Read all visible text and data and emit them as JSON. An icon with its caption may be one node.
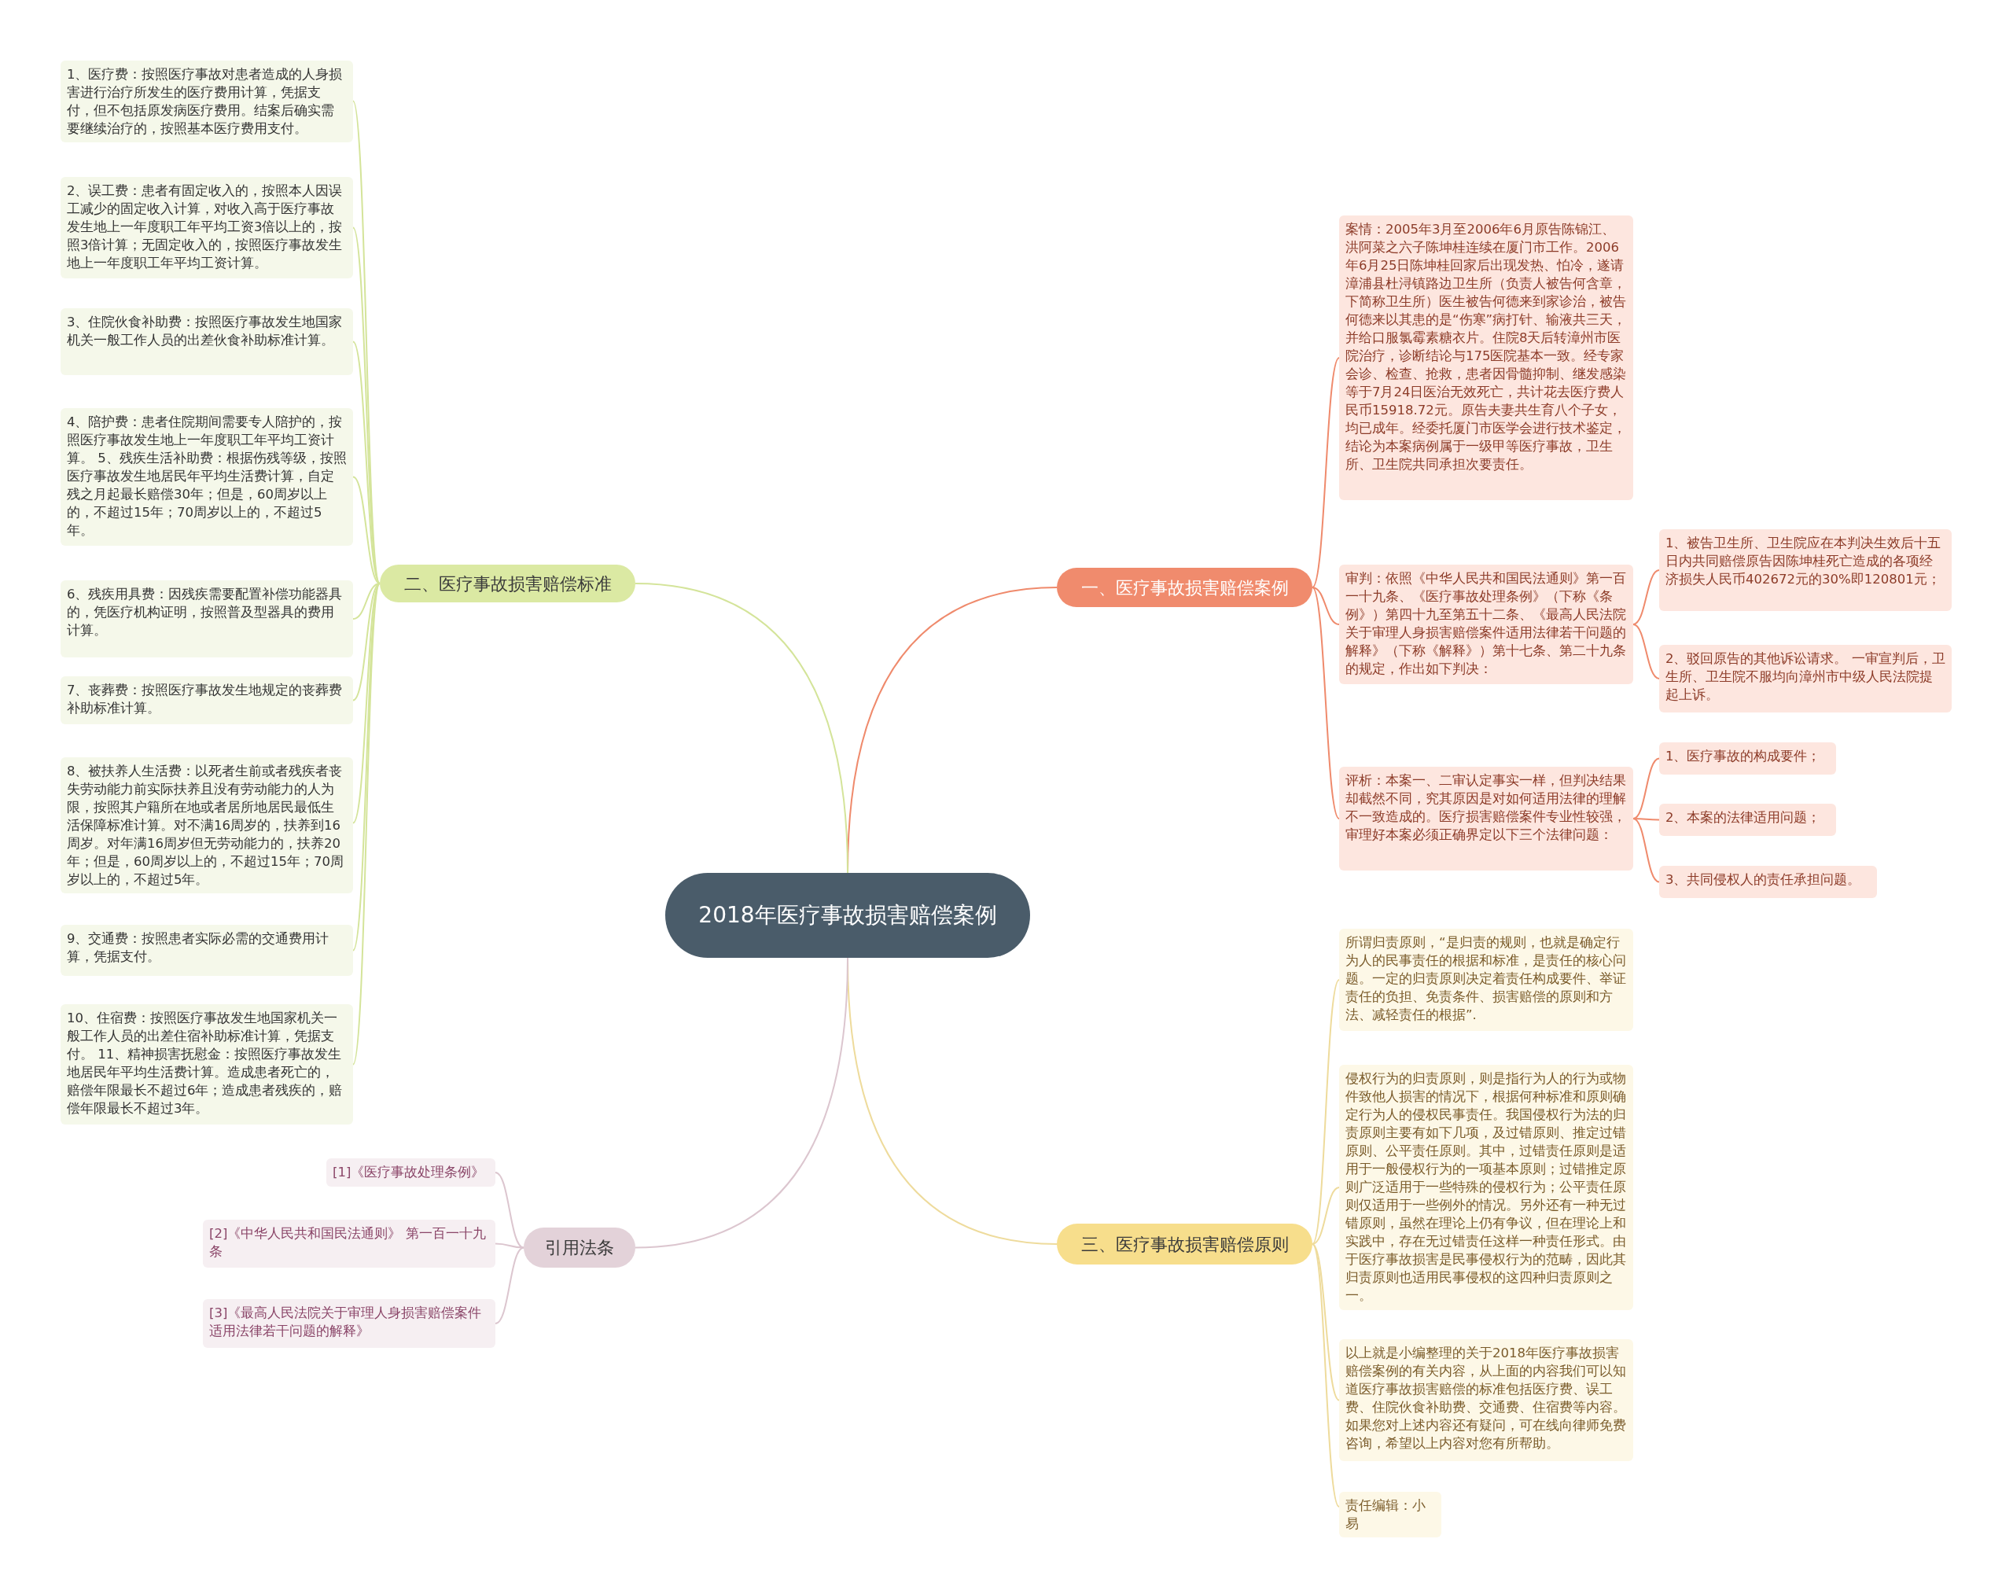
{
  "diagram": {
    "nodes": [
      {
        "text": [
          "2018年医疗事故损害赔偿案例"
        ]
      },
      {
        "text": [
          "一、医疗事故损害赔偿案例"
        ]
      },
      {
        "text": [
          "案情：2005年3月至2006年6月原告陈锦江、洪阿菜之六子陈坤桂连续在厦门市工作。2006年6月25日陈坤桂回家后出现发热、怕冷，遂请漳浦县杜浔镇路边卫生所（负责人被告何含章，下简称卫生所）医生被告何德来到家诊治，被告何德来以其患的是“伤寒”病打针、输液共三天，并给口服氯霉素糖衣片。住院8天后转漳州市医院治疗，诊断结论与175医院基本一致。经专家会诊、检查、抢救，患者因骨髓抑制、继发感染等于7月24日医治无效死亡，共计花去医疗费人民币15918.72元。原告夫妻共生育八个子女，均已成年。经委托厦门市医学会进行技术鉴定，结论为本案病例属于一级甲等医疗事故，卫生所、卫生院共同承担次要责任。"
        ]
      },
      {
        "text": [
          "审判：依照《中华人民共和国民法通则》第一百一十九条、《医疗事故处理条例》（下称《条例》）第四十九至第五十二条、《最高人民法院关于审理人身损害赔偿案件适用法律若干问题的解释》（下称《解释》）第十七条、第二十九条的规定，作出如下判决："
        ]
      },
      {
        "text": [
          "1、被告卫生所、卫生院应在本判决生效后十五日内共同赔偿原告因陈坤桂死亡造成的各项经济损失人民币402672元的30%即120801元；"
        ]
      },
      {
        "text": [
          "2、驳回原告的其他诉讼请求。 一审宣判后，卫生所、卫生院不服均向漳州市中级人民法院提起上诉。"
        ]
      },
      {
        "text": [
          "评析：本案一、二审认定事实一样，但判决结果却截然不同，究其原因是对如何适用法律的理解不一致造成的。医疗损害赔偿案件专业性较强，审理好本案必须正确界定以下三个法律问题："
        ]
      },
      {
        "text": [
          "1、医疗事故的构成要件；"
        ]
      },
      {
        "text": [
          "2、本案的法律适用问题；"
        ]
      },
      {
        "text": [
          "3、共同侵权人的责任承担问题。"
        ]
      },
      {
        "text": [
          "二、医疗事故损害赔偿标准"
        ]
      },
      {
        "text": [
          "1、医疗费：按照医疗事故对患者造成的人身损害进行治疗所发生的医疗费用计算，凭据支付，但不包括原发病医疗费用。结案后确实需要继续治疗的，按照基本医疗费用支付。"
        ]
      },
      {
        "text": [
          "2、误工费：患者有固定收入的，按照本人因误工减少的固定收入计算，对收入高于医疗事故发生地上一年度职工年平均工资3倍以上的，按照3倍计算；无固定收入的，按照医疗事故发生地上一年度职工年平均工资计算。"
        ]
      },
      {
        "text": [
          "3、住院伙食补助费：按照医疗事故发生地国家机关一般工作人员的出差伙食补助标准计算。"
        ]
      },
      {
        "text": [
          "4、陪护费：患者住院期间需要专人陪护的，按照医疗事故发生地上一年度职工年平均工资计算。 5、残疾生活补助费：根据伤残等级，按照医疗事故发生地居民年平均生活费计算，自定残之月起最长赔偿30年；但是，60周岁以上的，不超过15年；70周岁以上的，不超过5年。"
        ]
      },
      {
        "text": [
          "6、残疾用具费：因残疾需要配置补偿功能器具的，凭医疗机构证明，按照普及型器具的费用计算。"
        ]
      },
      {
        "text": [
          "7、丧葬费：按照医疗事故发生地规定的丧葬费补助标准计算。"
        ]
      },
      {
        "text": [
          "8、被扶养人生活费：以死者生前或者残疾者丧失劳动能力前实际扶养且没有劳动能力的人为限，按照其户籍所在地或者居所地居民最低生活保障标准计算。对不满16周岁的，扶养到16周岁。对年满16周岁但无劳动能力的，扶养20年；但是，60周岁以上的，不超过15年；70周岁以上的，不超过5年。"
        ]
      },
      {
        "text": [
          "9、交通费：按照患者实际必需的交通费用计算，凭据支付。"
        ]
      },
      {
        "text": [
          "10、住宿费：按照医疗事故发生地国家机关一般工作人员的出差住宿补助标准计算，凭据支付。 11、精神损害抚慰金：按照医疗事故发生地居民年平均生活费计算。造成患者死亡的，赔偿年限最长不超过6年；造成患者残疾的，赔偿年限最长不超过3年。"
        ]
      },
      {
        "text": [
          "三、医疗事故损害赔偿原则"
        ]
      },
      {
        "text": [
          "所谓归责原则，“是归责的规则，也就是确定行为人的民事责任的根据和标准，是责任的核心问题。一定的归责原则决定着责任构成要件、举证责任的负担、免责条件、损害赔偿的原则和方法、减轻责任的根据”."
        ]
      },
      {
        "text": [
          "侵权行为的归责原则，则是指行为人的行为或物件致他人损害的情况下，根据何种标准和原则确定行为人的侵权民事责任。我国侵权行为法的归责原则主要有如下几项，及过错原则、推定过错原则、公平责任原则。其中，过错责任原则是适用于一般侵权行为的一项基本原则；过错推定原则广泛适用于一些特殊的侵权行为；公平责任原则仅适用于一些例外的情况。另外还有一种无过错原则，虽然在理论上仍有争议，但在理论上和实践中，存在无过错责任这样一种责任形式。由于医疗事故损害是民事侵权行为的范畴，因此其归责原则也适用民事侵权的这四种归责原则之一。"
        ]
      },
      {
        "text": [
          "以上就是小编整理的关于2018年医疗事故损害赔偿案例的有关内容，从上面的内容我们可以知道医疗事故损害赔偿的标准包括医疗费、误工费、住院伙食补助费、交通费、住宿费等内容。如果您对上述内容还有疑问，可在线向律师免费咨询，希望以上内容对您有所帮助。"
        ]
      },
      {
        "text": [
          "责任编辑：小易"
        ]
      },
      {
        "text": [
          "引用法条"
        ]
      },
      {
        "text": [
          "[1]《医疗事故处理条例》"
        ]
      },
      {
        "text": [
          "[2]《中华人民共和国民法通则》 第一百一十九条"
        ]
      },
      {
        "text": [
          "[3]《最高人民法院关于审理人身损害赔偿案件适用法律若干问题的解释》"
        ]
      }
    ],
    "edges": [
      {
        "from": 0,
        "to": 1,
        "arrow": "none",
        "color": "#ef8a6c"
      },
      {
        "from": 1,
        "to": 2,
        "arrow": "none",
        "color": "#ef8a6c"
      },
      {
        "from": 1,
        "to": 3,
        "arrow": "none",
        "color": "#ef8a6c"
      },
      {
        "from": 3,
        "to": 4,
        "arrow": "none",
        "color": "#ef8a6c"
      },
      {
        "from": 3,
        "to": 5,
        "arrow": "none",
        "color": "#ef8a6c"
      },
      {
        "from": 1,
        "to": 6,
        "arrow": "none",
        "color": "#ef8a6c"
      },
      {
        "from": 6,
        "to": 7,
        "arrow": "none",
        "color": "#ef8a6c"
      },
      {
        "from": 6,
        "to": 8,
        "arrow": "none",
        "color": "#ef8a6c"
      },
      {
        "from": 6,
        "to": 9,
        "arrow": "none",
        "color": "#ef8a6c"
      },
      {
        "from": 0,
        "to": 10,
        "arrow": "none",
        "color": "#d4e49a"
      },
      {
        "from": 10,
        "to": 11,
        "arrow": "none",
        "color": "#d4e49a"
      },
      {
        "from": 10,
        "to": 12,
        "arrow": "none",
        "color": "#d4e49a"
      },
      {
        "from": 10,
        "to": 13,
        "arrow": "none",
        "color": "#d4e49a"
      },
      {
        "from": 10,
        "to": 14,
        "arrow": "none",
        "color": "#d4e49a"
      },
      {
        "from": 10,
        "to": 15,
        "arrow": "none",
        "color": "#d4e49a"
      },
      {
        "from": 10,
        "to": 16,
        "arrow": "none",
        "color": "#d4e49a"
      },
      {
        "from": 10,
        "to": 17,
        "arrow": "none",
        "color": "#d4e49a"
      },
      {
        "from": 10,
        "to": 18,
        "arrow": "none",
        "color": "#d4e49a"
      },
      {
        "from": 10,
        "to": 19,
        "arrow": "none",
        "color": "#d4e49a"
      },
      {
        "from": 0,
        "to": 20,
        "arrow": "none",
        "color": "#eedb9c"
      },
      {
        "from": 20,
        "to": 21,
        "arrow": "none",
        "color": "#eedb9c"
      },
      {
        "from": 20,
        "to": 22,
        "arrow": "none",
        "color": "#eedb9c"
      },
      {
        "from": 20,
        "to": 23,
        "arrow": "none",
        "color": "#eedb9c"
      },
      {
        "from": 20,
        "to": 24,
        "arrow": "none",
        "color": "#eedb9c"
      },
      {
        "from": 0,
        "to": 25,
        "arrow": "none",
        "color": "#dcc6cf"
      },
      {
        "from": 25,
        "to": 26,
        "arrow": "none",
        "color": "#dcc6cf"
      },
      {
        "from": 25,
        "to": 27,
        "arrow": "none",
        "color": "#dcc6cf"
      },
      {
        "from": 25,
        "to": 28,
        "arrow": "none",
        "color": "#dcc6cf"
      }
    ]
  }
}
